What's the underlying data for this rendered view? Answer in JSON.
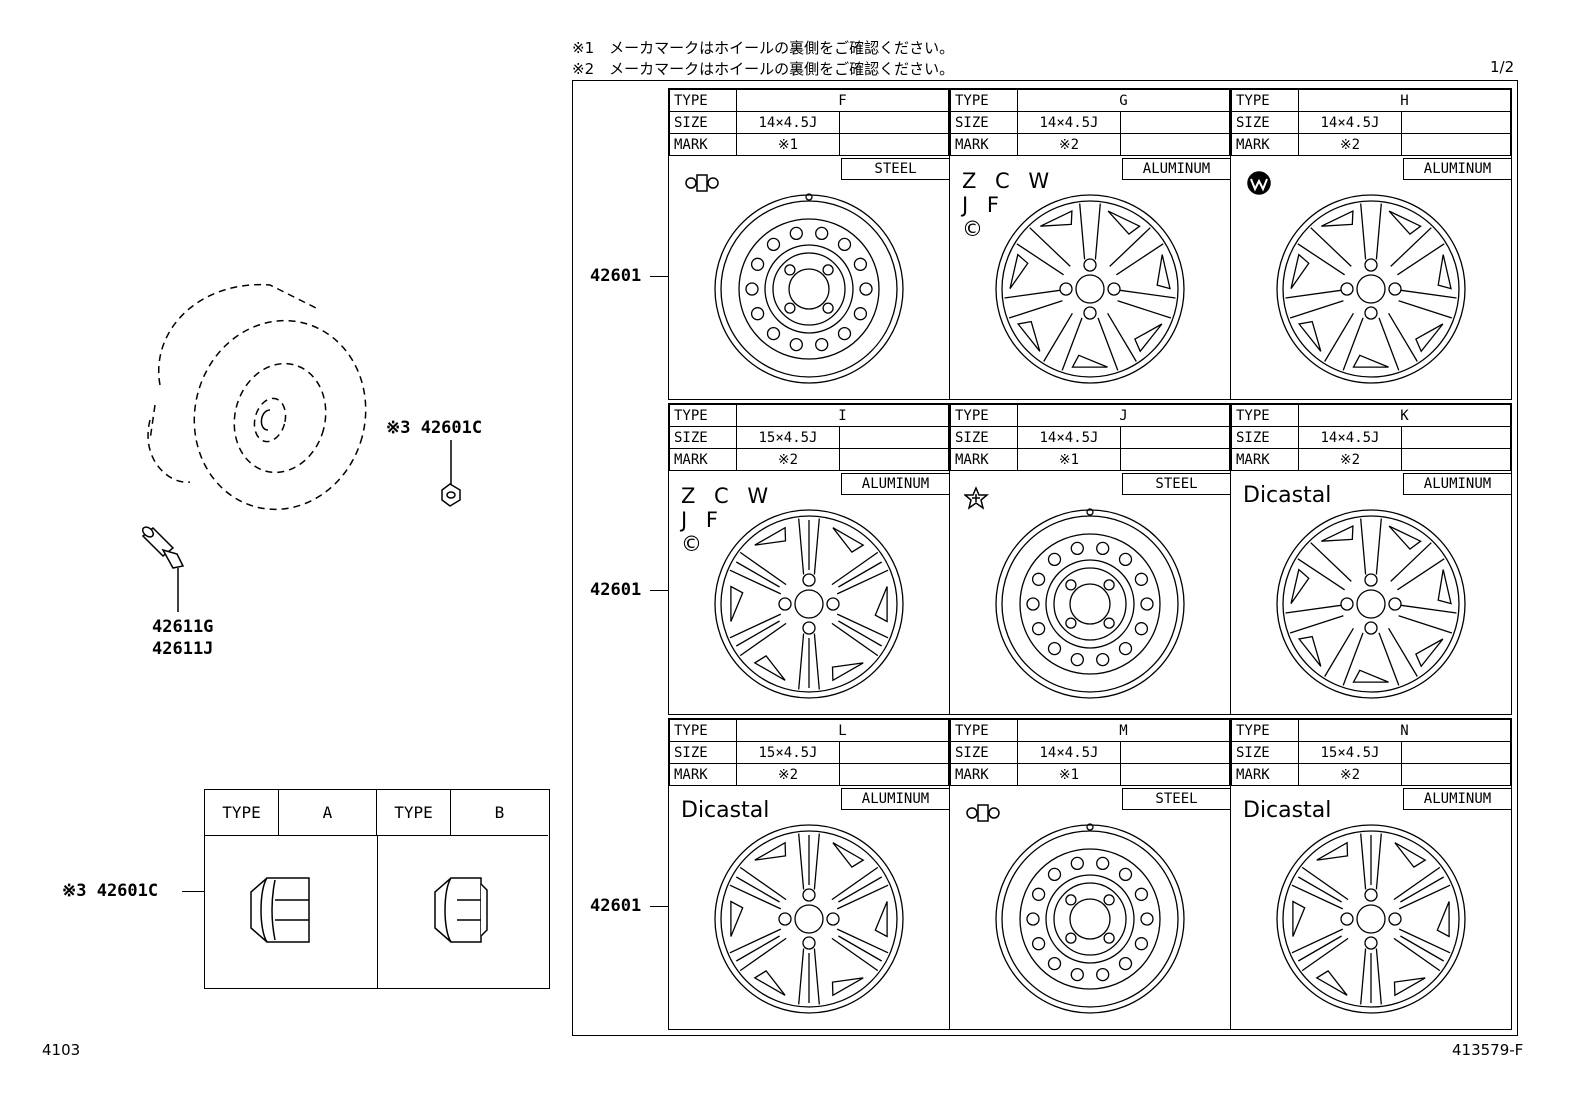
{
  "notes": {
    "note1": "※1　メーカマークはホイールの裏側をご確認ください。",
    "note2": "※2　メーカマークはホイールの裏側をご確認ください。",
    "page": "1/2"
  },
  "callouts": {
    "nut_top": "※3 42601C",
    "valve_g": "42611G",
    "valve_j": "42611J",
    "nut_left": "※3 42601C",
    "row1": "42601",
    "row2": "42601",
    "row3": "42601"
  },
  "nut_types": {
    "type_label_a": "TYPE",
    "value_a": "A",
    "type_label_b": "TYPE",
    "value_b": "B"
  },
  "labels": {
    "type": "TYPE",
    "size": "SIZE",
    "mark": "MARK"
  },
  "variants": [
    {
      "type": "F",
      "size": "14×4.5J",
      "mark": "※1",
      "material": "STEEL",
      "brand_name": "steel-logo-icon"
    },
    {
      "type": "G",
      "size": "14×4.5J",
      "mark": "※2",
      "material": "ALUMINUM",
      "brand_name": "zcw-jf-mark",
      "brand_text": "Z C W\nJ F\n©"
    },
    {
      "type": "H",
      "size": "14×4.5J",
      "mark": "※2",
      "material": "ALUMINUM",
      "brand_name": "w-logo-icon"
    },
    {
      "type": "I",
      "size": "15×4.5J",
      "mark": "※2",
      "material": "ALUMINUM",
      "brand_name": "zcw-jf-mark",
      "brand_text": "Z C W\nJ F\n©"
    },
    {
      "type": "J",
      "size": "14×4.5J",
      "mark": "※1",
      "material": "STEEL",
      "brand_name": "star-logo-icon"
    },
    {
      "type": "K",
      "size": "14×4.5J",
      "mark": "※2",
      "material": "ALUMINUM",
      "brand_name": "dicastal-mark",
      "brand_text": "Dicastal"
    },
    {
      "type": "L",
      "size": "15×4.5J",
      "mark": "※2",
      "material": "ALUMINUM",
      "brand_name": "dicastal-mark",
      "brand_text": "Dicastal"
    },
    {
      "type": "M",
      "size": "14×4.5J",
      "mark": "※1",
      "material": "STEEL",
      "brand_name": "steel-logo-icon"
    },
    {
      "type": "N",
      "size": "15×4.5J",
      "mark": "※2",
      "material": "ALUMINUM",
      "brand_name": "dicastal-mark",
      "brand_text": "Dicastal"
    }
  ],
  "footer": {
    "left": "4103",
    "right": "413579-F"
  }
}
